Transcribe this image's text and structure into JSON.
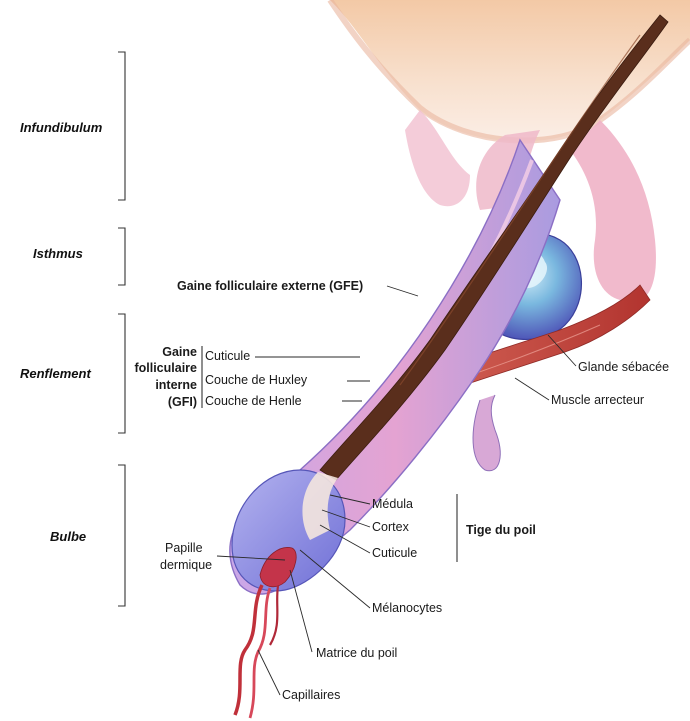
{
  "regions": {
    "infundibulum": "Infundibulum",
    "isthmus": "Isthmus",
    "renflement": "Renflement",
    "bulbe": "Bulbe"
  },
  "labels": {
    "gfe": "Gaine folliculaire externe (GFE)",
    "gfi_line1": "Gaine",
    "gfi_line2": "folliculaire",
    "gfi_line3": "interne",
    "gfi_line4": "(GFI)",
    "gfi_cuticule": "Cuticule",
    "gfi_huxley": "Couche de Huxley",
    "gfi_henle": "Couche de Henle",
    "glande": "Glande sébacée",
    "muscle": "Muscle arrecteur",
    "medula": "Médula",
    "cortex": "Cortex",
    "tige_cuticule": "Cuticule",
    "tige": "Tige du poil",
    "papille_line1": "Papille",
    "papille_line2": "dermique",
    "melanocytes": "Mélanocytes",
    "matrice": "Matrice du poil",
    "capillaires": "Capillaires"
  },
  "colors": {
    "skin_top": "#f6d9c2",
    "follicle_pink": "#e8a6cf",
    "follicle_blue": "#9a9ae0",
    "hair_shaft": "#5a2e1c",
    "gland": "#6d7fd0",
    "muscle": "#c4473f",
    "capillary": "#c0303a"
  }
}
